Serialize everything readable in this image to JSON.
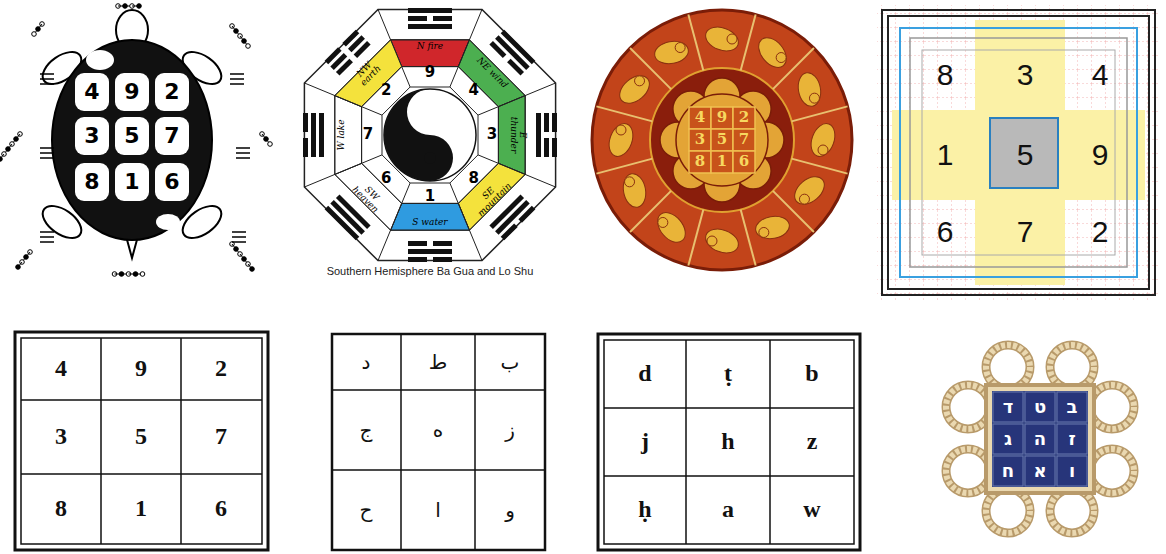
{
  "diagram": {
    "labels": [
      "4",
      "9",
      "2",
      "3",
      "5",
      "7",
      "8",
      "1",
      "6",
      "9",
      "4",
      "3",
      "8",
      "1",
      "6",
      "7",
      "2",
      "N fire",
      "NE wind",
      "E thunder",
      "SE mountain",
      "S water",
      "SW heaven",
      "W lake",
      "NW earth",
      "Southern Hemisphere Ba Gua and Lo Shu",
      "4",
      "9",
      "2",
      "3",
      "5",
      "7",
      "8",
      "1",
      "6",
      "8",
      "3",
      "4",
      "1",
      "5",
      "9",
      "6",
      "7",
      "2",
      "4",
      "9",
      "2",
      "3",
      "5",
      "7",
      "8",
      "1",
      "6",
      "د",
      "ط",
      "ب",
      "ج",
      "ه",
      "ز",
      "ح",
      "ا",
      "و",
      "d",
      "ṭ",
      "b",
      "j",
      "h",
      "z",
      "ḥ",
      "a",
      "w",
      "ד",
      "ט",
      "ב",
      "ג",
      "ה",
      "ז",
      "ח",
      "א",
      "ו"
    ]
  }
}
